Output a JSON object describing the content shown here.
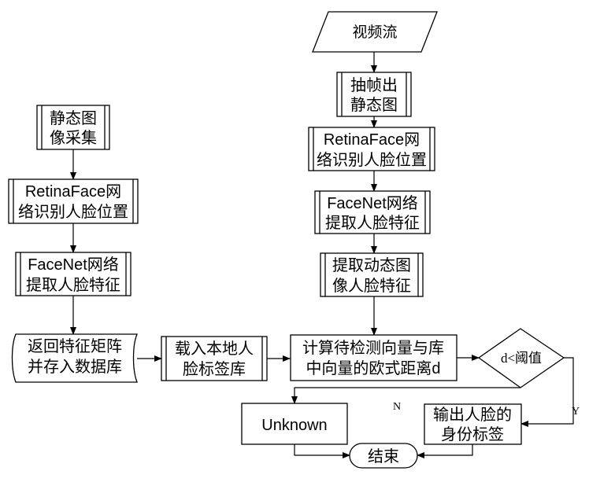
{
  "nodes": {
    "video_stream": "视频流",
    "extract_frame": [
      "抽帧出",
      "静态图"
    ],
    "retina_right": [
      "RetinaFace网",
      "络识别人脸位置"
    ],
    "facenet_right": [
      "FaceNet网络",
      "提取人脸特征"
    ],
    "dynamic_feature": [
      "提取动态图",
      "像人脸特征"
    ],
    "compute_distance": [
      "计算待检测向量与库",
      "中向量的欧式距离d"
    ],
    "threshold_decision": "d<阈值",
    "output_label": [
      "输出人脸的",
      "身份标签"
    ],
    "unknown": "Unknown",
    "end": "结束",
    "static_capture": [
      "静态图",
      "像采集"
    ],
    "retina_left": [
      "RetinaFace网",
      "络识别人脸位置"
    ],
    "facenet_left": [
      "FaceNet网络",
      "提取人脸特征"
    ],
    "store_db": [
      "返回特征矩阵",
      "并存入数据库"
    ],
    "load_labels": [
      "载入本地人",
      "脸标签库"
    ]
  },
  "edge_labels": {
    "no": "N",
    "yes": "Y"
  }
}
